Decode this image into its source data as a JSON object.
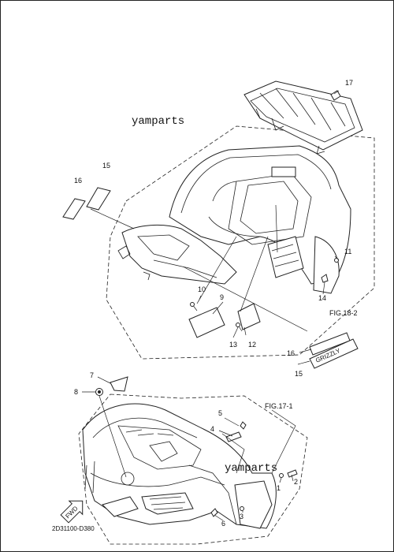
{
  "watermarks": [
    "yamparts",
    "yamparts"
  ],
  "figure_refs": {
    "rear_ref": "FIG.18-2",
    "front_ref": "FIG.17-1"
  },
  "drawing_code": "2D31100-D380",
  "direction_label": "FWD",
  "decal_text": "GRIZZLY",
  "callouts": {
    "c1": "1",
    "c2": "2",
    "c3": "3",
    "c4": "4",
    "c5": "5",
    "c6": "6",
    "c7": "7",
    "c8": "8",
    "c9": "9",
    "c10": "10",
    "c11": "11",
    "c12": "12",
    "c13": "13",
    "c14": "14",
    "c15a": "15",
    "c15b": "15",
    "c16a": "16",
    "c16b": "16",
    "c17": "17"
  }
}
